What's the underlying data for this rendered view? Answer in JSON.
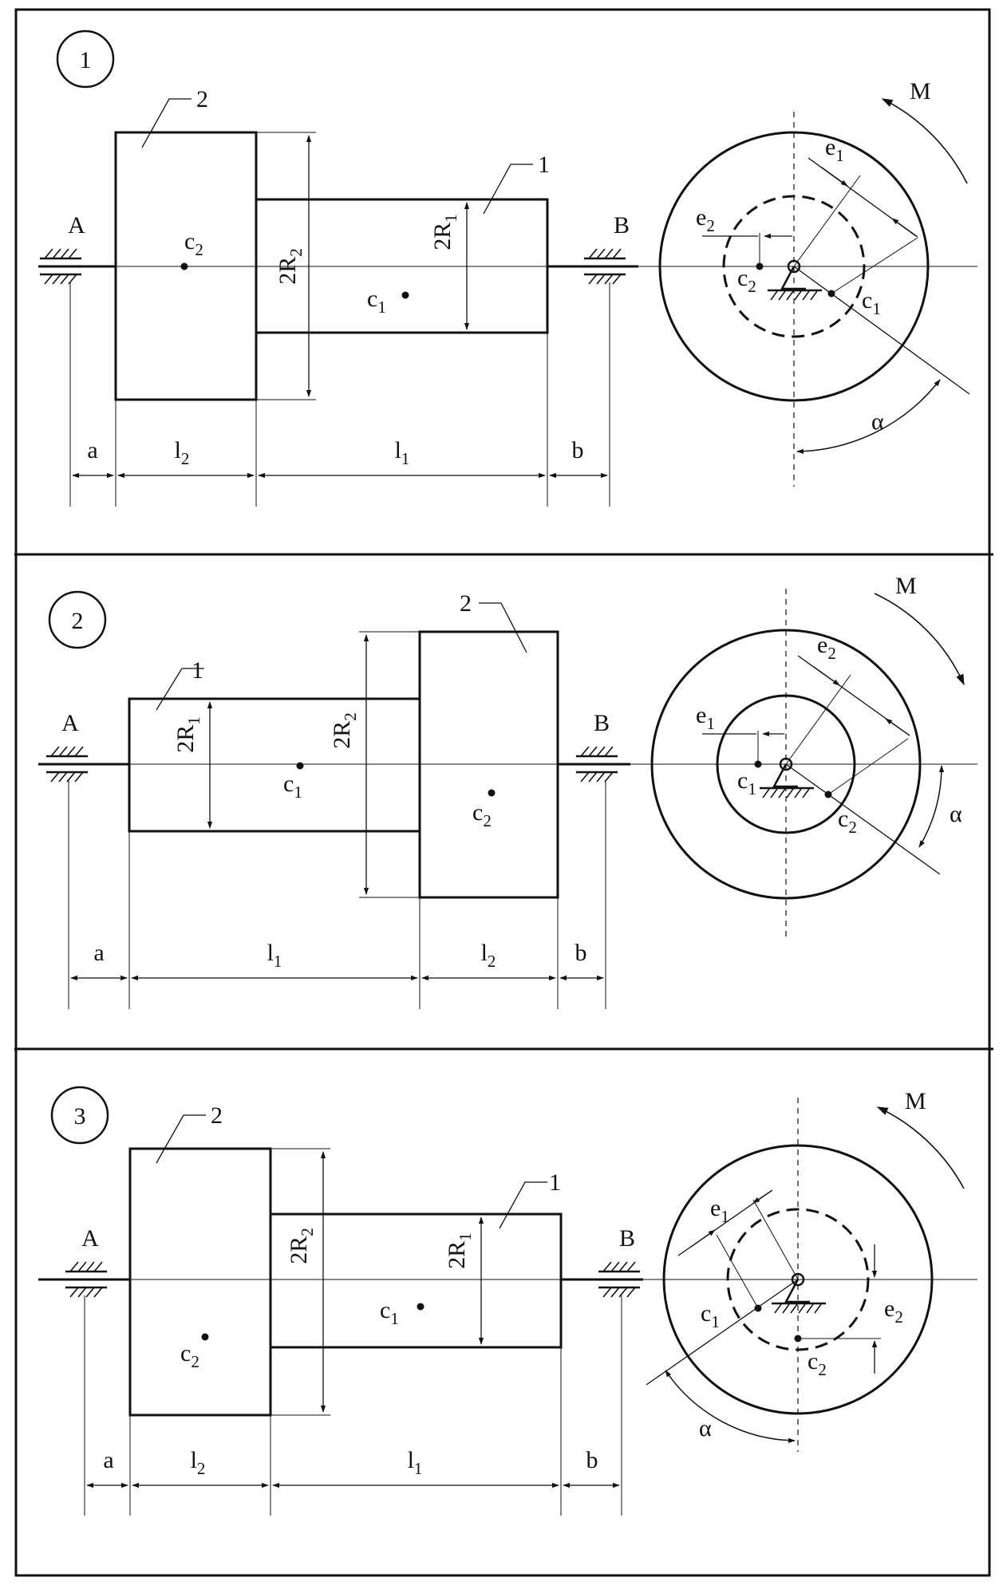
{
  "panels": [
    {
      "number": "1",
      "bearing_left": "A",
      "bearing_right": "B",
      "part_labels": [
        "2",
        "1"
      ],
      "dims_vertical": [
        {
          "main": "2R",
          "sub": "2"
        },
        {
          "main": "2R",
          "sub": "1"
        }
      ],
      "dims_bottom": [
        {
          "main": "a",
          "sub": ""
        },
        {
          "main": "l",
          "sub": "2"
        },
        {
          "main": "l",
          "sub": "1"
        },
        {
          "main": "b",
          "sub": ""
        }
      ],
      "centers": [
        {
          "main": "c",
          "sub": "2"
        },
        {
          "main": "c",
          "sub": "1"
        }
      ],
      "section": {
        "moment": "M",
        "angle": "α",
        "ecc": [
          {
            "main": "e",
            "sub": "1"
          },
          {
            "main": "e",
            "sub": "2"
          }
        ],
        "centers": [
          {
            "main": "c",
            "sub": "2"
          },
          {
            "main": "c",
            "sub": "1"
          }
        ]
      }
    },
    {
      "number": "2",
      "bearing_left": "A",
      "bearing_right": "B",
      "part_labels": [
        "1",
        "2"
      ],
      "dims_vertical": [
        {
          "main": "2R",
          "sub": "1"
        },
        {
          "main": "2R",
          "sub": "2"
        }
      ],
      "dims_bottom": [
        {
          "main": "a",
          "sub": ""
        },
        {
          "main": "l",
          "sub": "1"
        },
        {
          "main": "l",
          "sub": "2"
        },
        {
          "main": "b",
          "sub": ""
        }
      ],
      "centers": [
        {
          "main": "c",
          "sub": "1"
        },
        {
          "main": "c",
          "sub": "2"
        }
      ],
      "section": {
        "moment": "M",
        "angle": "α",
        "ecc": [
          {
            "main": "e",
            "sub": "2"
          },
          {
            "main": "e",
            "sub": "1"
          }
        ],
        "centers": [
          {
            "main": "c",
            "sub": "1"
          },
          {
            "main": "c",
            "sub": "2"
          }
        ]
      }
    },
    {
      "number": "3",
      "bearing_left": "A",
      "bearing_right": "B",
      "part_labels": [
        "2",
        "1"
      ],
      "dims_vertical": [
        {
          "main": "2R",
          "sub": "2"
        },
        {
          "main": "2R",
          "sub": "1"
        }
      ],
      "dims_bottom": [
        {
          "main": "a",
          "sub": ""
        },
        {
          "main": "l",
          "sub": "2"
        },
        {
          "main": "l",
          "sub": "1"
        },
        {
          "main": "b",
          "sub": ""
        }
      ],
      "centers": [
        {
          "main": "c",
          "sub": "1"
        },
        {
          "main": "c",
          "sub": "2"
        }
      ],
      "section": {
        "moment": "M",
        "angle": "α",
        "ecc": [
          {
            "main": "e",
            "sub": "1"
          },
          {
            "main": "e",
            "sub": "2"
          }
        ],
        "centers": [
          {
            "main": "c",
            "sub": "1"
          },
          {
            "main": "c",
            "sub": "2"
          }
        ]
      }
    }
  ]
}
